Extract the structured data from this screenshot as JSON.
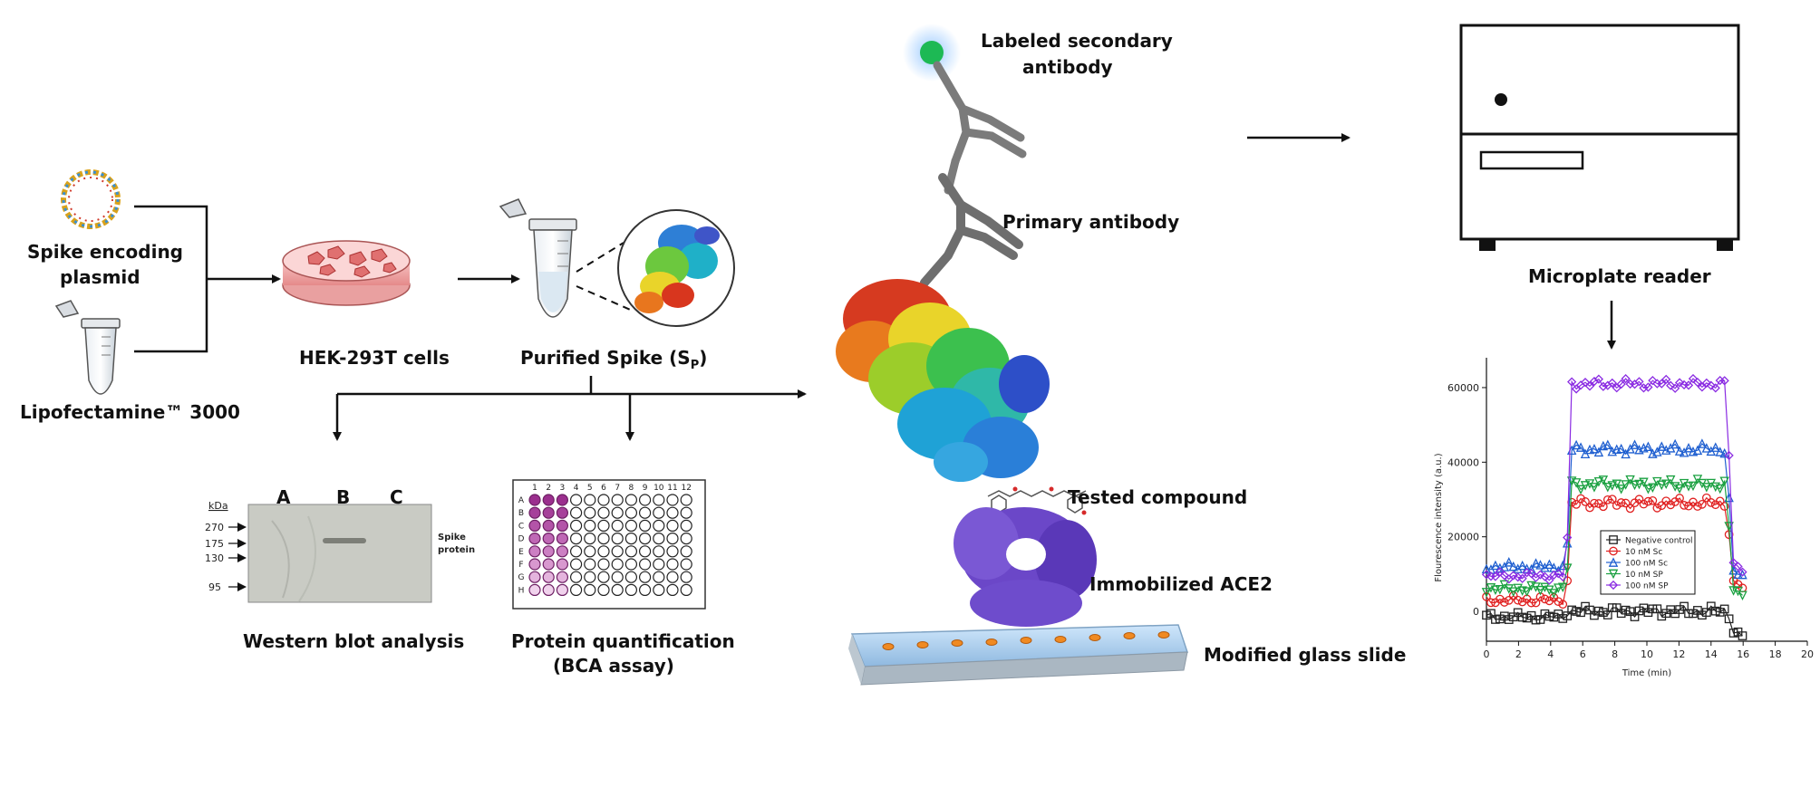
{
  "labels": {
    "plasmid": [
      "Spike encoding",
      "plasmid"
    ],
    "lipofectamine": "Lipofectamine™ 3000",
    "hek": "HEK-293T cells",
    "purified_main": "Purified Spike (S",
    "purified_sub": "P",
    "purified_end": ")",
    "western": "Western blot analysis",
    "protein_q": [
      "Protein quantification",
      "(BCA assay)"
    ],
    "labeled_secondary": [
      "Labeled secondary",
      "antibody"
    ],
    "primary": "Primary antibody",
    "tested": "Tested compound",
    "ace2": "Immobilized ACE2",
    "glass": "Modified glass slide",
    "reader": "Microplate reader"
  },
  "western_blot": {
    "unit": "kDa",
    "markers": [
      "270",
      "175",
      "130",
      "95"
    ],
    "lanes": [
      "A",
      "B",
      "C"
    ],
    "band_label": [
      "Spike",
      "protein"
    ]
  },
  "bca_plate": {
    "columns": [
      "1",
      "2",
      "3",
      "4",
      "5",
      "6",
      "7",
      "8",
      "9",
      "10",
      "11",
      "12"
    ],
    "rows": [
      "A",
      "B",
      "C",
      "D",
      "E",
      "F",
      "G",
      "H"
    ],
    "standard_colors": [
      "#9b2f8e",
      "#a6409a",
      "#b354a8",
      "#bf68b5",
      "#cc7fc3",
      "#d898cf",
      "#e4b4dd",
      "#f0d2ec"
    ]
  },
  "chart_data": {
    "type": "scatter",
    "xlabel": "Time (min)",
    "ylabel": "Flourescence intensity (a.u.)",
    "xlim": [
      0,
      20
    ],
    "ylim": [
      -8000,
      68000
    ],
    "xticks": [
      0,
      2,
      4,
      6,
      8,
      10,
      12,
      14,
      16,
      18,
      20
    ],
    "yticks": [
      0,
      20000,
      40000,
      60000
    ],
    "ytick_labels": [
      "0",
      "20000",
      "40000",
      "60000"
    ],
    "legend_position": "bottom-right-inside",
    "series": [
      {
        "name": "Negative control",
        "color": "#222222",
        "marker": "square",
        "levels": {
          "base": -1500,
          "plateau": 0,
          "after": -5000
        }
      },
      {
        "name": "10 nM Sc",
        "color": "#e02020",
        "marker": "circle",
        "levels": {
          "base": 3000,
          "plateau": 29000,
          "after": 8000
        }
      },
      {
        "name": "100 nM Sc",
        "color": "#1f5fd0",
        "marker": "triangle-up",
        "levels": {
          "base": 12000,
          "plateau": 43500,
          "after": 11000
        }
      },
      {
        "name": "10 nM SP",
        "color": "#1aa040",
        "marker": "triangle-down",
        "levels": {
          "base": 6000,
          "plateau": 34000,
          "after": 6000
        }
      },
      {
        "name": "100 nM SP",
        "color": "#8a2be2",
        "marker": "diamond",
        "levels": {
          "base": 9500,
          "plateau": 61000,
          "after": 13000
        }
      }
    ]
  }
}
